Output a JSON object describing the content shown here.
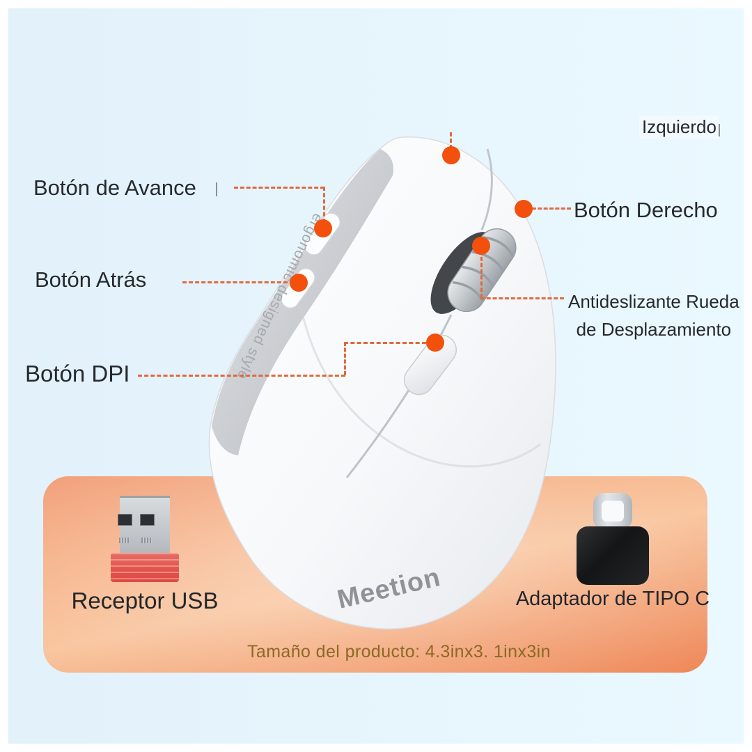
{
  "annotations": {
    "left_button": {
      "label": "Izquierdo"
    },
    "forward_button": {
      "label": "Botón de Avance"
    },
    "right_button": {
      "label": "Botón Derecho"
    },
    "back_button": {
      "label": "Botón Atrás"
    },
    "scroll_wheel": {
      "label_line1": "Antideslizante Rueda",
      "label_line2": "de Desplazamiento"
    },
    "dpi_button": {
      "label": "Botón DPI"
    }
  },
  "mouse": {
    "brand": "Meetion",
    "side_text": "ergonomic designed style"
  },
  "accessories": {
    "usb_receiver": {
      "label": "Receptor USB",
      "icon": "usb-receiver-icon"
    },
    "type_c": {
      "label": "Adaptador de TIPO C",
      "icon": "usb-c-adapter-icon"
    }
  },
  "footer": {
    "size_text": "Tamaño del producto: 4.3inx3. 1inx3in"
  },
  "colors": {
    "background_blue": "#e6f4fc",
    "panel_orange": "#ee8150",
    "accent_dot": "#f2500c",
    "leader_dash": "#e0693e",
    "label_text": "#26292d",
    "size_text": "#8a6a24",
    "usb_base_red": "#ef5a51"
  }
}
